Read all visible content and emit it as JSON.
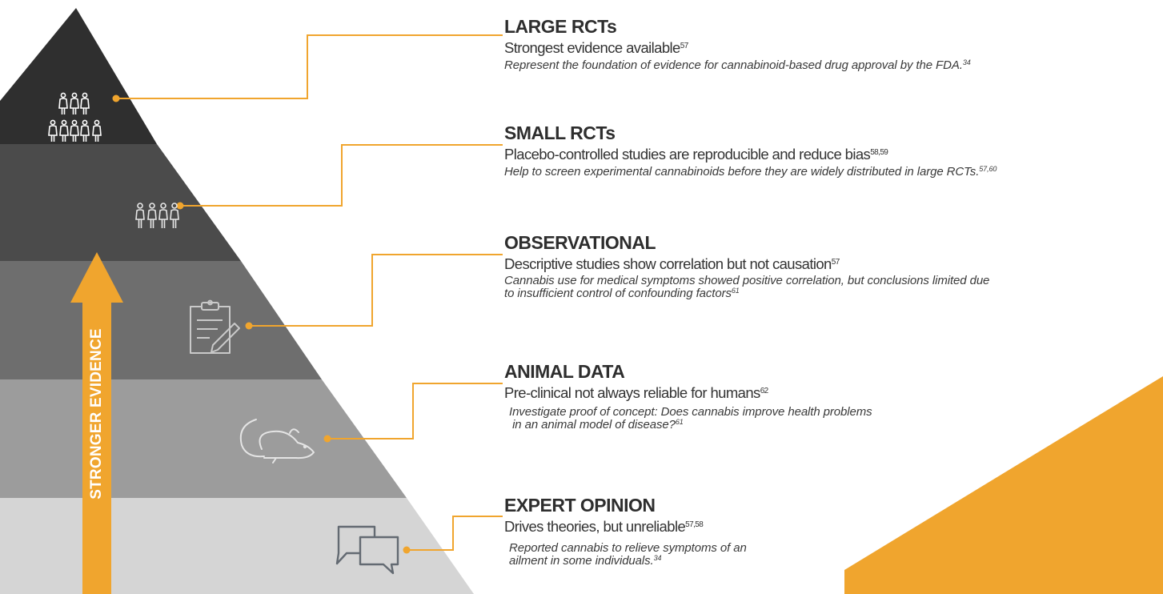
{
  "arrow": {
    "label": "STRONGER EVIDENCE",
    "color": "#f0a52e"
  },
  "colors": {
    "accent": "#f0a52e",
    "tier_fills": [
      "#2f2f2f",
      "#4b4b4b",
      "#6e6e6e",
      "#9c9c9c",
      "#d5d5d5"
    ],
    "text_dark": "#333333"
  },
  "tiers": [
    {
      "icon": "people-group-large-icon",
      "title": "LARGE RCTs",
      "subtitle": "Strongest evidence available",
      "subtitle_sup": "57",
      "note": "Represent the foundation of evidence for cannabinoid-based drug approval by the FDA.",
      "note_sup": "34"
    },
    {
      "icon": "people-group-small-icon",
      "title": "SMALL RCTs",
      "subtitle": "Placebo-controlled studies are reproducible and reduce bias",
      "subtitle_sup": "58,59",
      "note": "Help to screen experimental cannabinoids before they are widely distributed in large RCTs.",
      "note_sup": "57,60"
    },
    {
      "icon": "clipboard-pencil-icon",
      "title": "OBSERVATIONAL",
      "subtitle": "Descriptive studies show correlation but not causation",
      "subtitle_sup": "57",
      "note_line1": "Cannabis use for medical symptoms showed positive correlation, but conclusions limited due",
      "note_line2": "to insufficient control of confounding factors",
      "note_sup": "61"
    },
    {
      "icon": "mouse-icon",
      "title": "ANIMAL DATA",
      "subtitle": "Pre-clinical not always reliable for humans",
      "subtitle_sup": "62",
      "note_line1": "Investigate proof of concept: Does cannabis improve health problems",
      "note_line2": " in an animal model of disease?",
      "note_sup": "61"
    },
    {
      "icon": "speech-bubbles-icon",
      "title": "EXPERT OPINION",
      "subtitle": "Drives theories, but unreliable",
      "subtitle_sup": "57,58",
      "note_line1": "Reported cannabis to relieve symptoms of an",
      "note_line2": "ailment in some individuals.",
      "note_sup": "34"
    }
  ]
}
